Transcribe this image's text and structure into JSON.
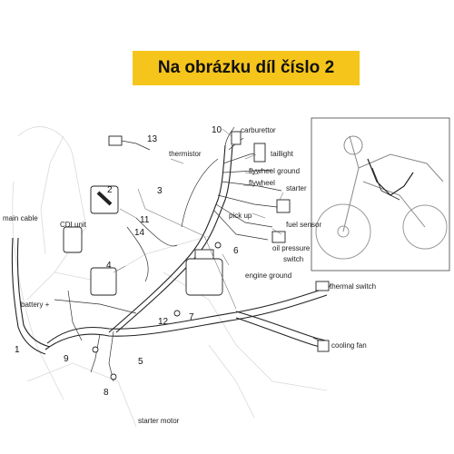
{
  "banner": {
    "title": "Na obrázku díl číslo 2"
  },
  "callouts": {
    "n1": "1",
    "n2": "2",
    "n3": "3",
    "n4": "4",
    "n5": "5",
    "n6": "6",
    "n7": "7",
    "n8": "8",
    "n9": "9",
    "n10": "10",
    "n11": "11",
    "n12": "12",
    "n13": "13",
    "n14": "14"
  },
  "labels": {
    "carburettor": "carburettor",
    "thermistor": "thermistor",
    "taillight": "taillight",
    "flywheel_ground": "flywheel ground",
    "flywheel": "flywheel",
    "starter": "starter",
    "pick_up": "pick up",
    "fuel_sensor": "fuel sensor",
    "oil_pressure": "oil pressure",
    "switch": "switch",
    "engine_ground": "engine ground",
    "main_cable": "main cable",
    "cdi_unit": "CDI unit",
    "battery": "battery +",
    "thermal_switch": "thermal switch",
    "cooling_fan": "cooling fan",
    "starter_motor": "starter motor"
  }
}
